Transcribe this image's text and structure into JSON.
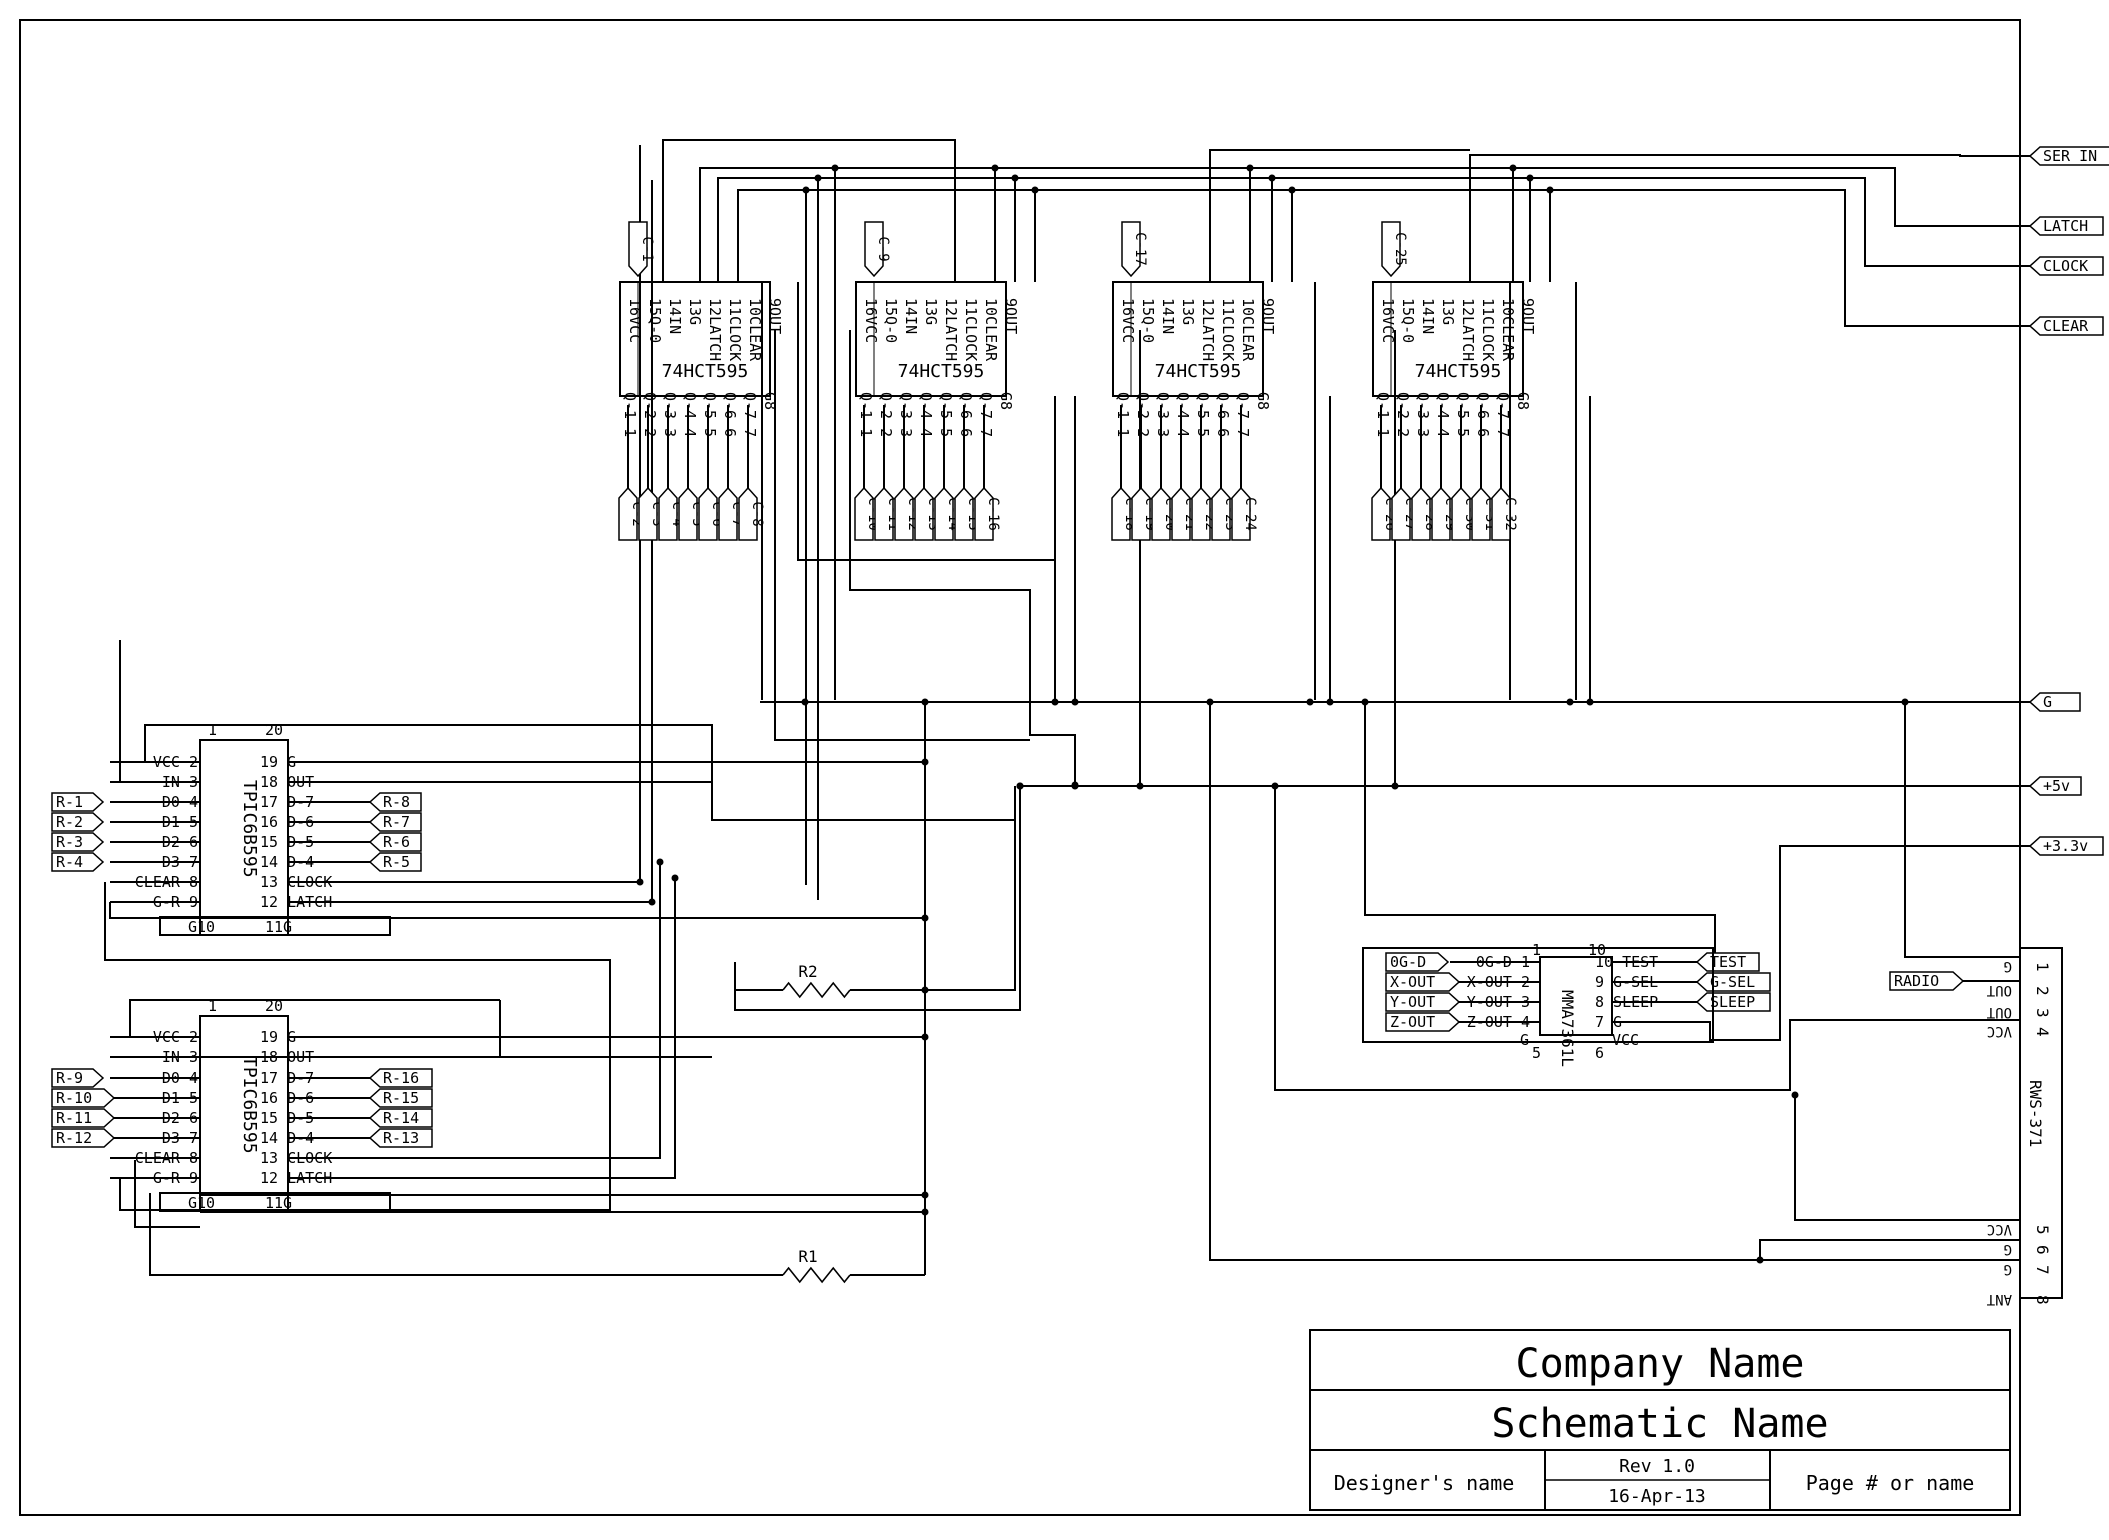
{
  "title_block": {
    "company": "Company Name",
    "schematic": "Schematic Name",
    "designer": "Designer's name",
    "rev": "Rev 1.0",
    "date": "16-Apr-13",
    "page": "Page # or name"
  },
  "ports_right": [
    {
      "id": "ser",
      "label": "SER IN"
    },
    {
      "id": "latch",
      "label": "LATCH"
    },
    {
      "id": "clock",
      "label": "CLOCK"
    },
    {
      "id": "clear",
      "label": "CLEAR"
    },
    {
      "id": "g",
      "label": "G"
    },
    {
      "id": "p5v",
      "label": "+5v"
    },
    {
      "id": "p33v",
      "label": "+3.3v"
    }
  ],
  "shift_registers": [
    {
      "name": "74HCT595",
      "in_tag": "C-1",
      "top_pins": [
        "16VCC",
        "15Q-0",
        "14IN",
        "13G",
        "12LATCH",
        "11CLOCK",
        "10CLEAR",
        "9OUT"
      ],
      "bottom_pins": [
        "G8",
        "Q-7 7",
        "Q-6 6",
        "Q-5 5",
        "Q-4 4",
        "Q-3 3",
        "Q-2 2",
        "Q-1 1"
      ],
      "outputs": [
        "C-2",
        "C-3",
        "C-4",
        "C-5",
        "C-6",
        "C-7",
        "C-8"
      ]
    },
    {
      "name": "74HCT595",
      "in_tag": "C-9",
      "top_pins": [
        "16VCC",
        "15Q-0",
        "14IN",
        "13G",
        "12LATCH",
        "11CLOCK",
        "10CLEAR",
        "9OUT"
      ],
      "bottom_pins": [
        "G8",
        "Q-7 7",
        "Q-6 6",
        "Q-5 5",
        "Q-4 4",
        "Q-3 3",
        "Q-2 2",
        "Q-1 1"
      ],
      "outputs": [
        "C-10",
        "C-11",
        "C-12",
        "C-13",
        "C-14",
        "C-15",
        "C-16"
      ]
    },
    {
      "name": "74HCT595",
      "in_tag": "C-17",
      "top_pins": [
        "16VCC",
        "15Q-0",
        "14IN",
        "13G",
        "12LATCH",
        "11CLOCK",
        "10CLEAR",
        "9OUT"
      ],
      "bottom_pins": [
        "G8",
        "Q-7 7",
        "Q-6 6",
        "Q-5 5",
        "Q-4 4",
        "Q-3 3",
        "Q-2 2",
        "Q-1 1"
      ],
      "outputs": [
        "C-18",
        "C-19",
        "C-20",
        "C-21",
        "C-22",
        "C-23",
        "C-24"
      ]
    },
    {
      "name": "74HCT595",
      "in_tag": "C-25",
      "top_pins": [
        "16VCC",
        "15Q-0",
        "14IN",
        "13G",
        "12LATCH",
        "11CLOCK",
        "10CLEAR",
        "9OUT"
      ],
      "bottom_pins": [
        "G8",
        "Q-7 7",
        "Q-6 6",
        "Q-5 5",
        "Q-4 4",
        "Q-3 3",
        "Q-2 2",
        "Q-1 1"
      ],
      "outputs": [
        "C-26",
        "C-27",
        "C-28",
        "C-29",
        "C-30",
        "C-31",
        "C-32"
      ]
    }
  ],
  "drivers": [
    {
      "name": "TPIC6B595",
      "top_num_left": "1",
      "top_num_right": "20",
      "left_pins": [
        "VCC 2",
        "IN 3",
        "D0 4",
        "D1 5",
        "D2 6",
        "D3 7",
        "CLEAR 8",
        "G-R 9"
      ],
      "right_pins": [
        "19 G",
        "18 OUT",
        "17 D-7",
        "16 D-6",
        "15 D-5",
        "14 D-4",
        "13 CLOCK",
        "12 LATCH"
      ],
      "bottom_left": "G10",
      "bottom_right": "11G",
      "left_tags": [
        "R-1",
        "R-2",
        "R-3",
        "R-4"
      ],
      "right_tags": [
        "R-8",
        "R-7",
        "R-6",
        "R-5"
      ]
    },
    {
      "name": "TPIC6B595",
      "top_num_left": "1",
      "top_num_right": "20",
      "left_pins": [
        "VCC 2",
        "IN 3",
        "D0 4",
        "D1 5",
        "D2 6",
        "D3 7",
        "CLEAR 8",
        "G-R 9"
      ],
      "right_pins": [
        "19 G",
        "18 OUT",
        "17 D-7",
        "16 D-6",
        "15 D-5",
        "14 D-4",
        "13 CLOCK",
        "12 LATCH"
      ],
      "bottom_left": "G10",
      "bottom_right": "11G",
      "left_tags": [
        "R-9",
        "R-10",
        "R-11",
        "R-12"
      ],
      "right_tags": [
        "R-16",
        "R-15",
        "R-14",
        "R-13"
      ]
    }
  ],
  "resistors": [
    {
      "id": "r1",
      "label": "R1"
    },
    {
      "id": "r2",
      "label": "R2"
    }
  ],
  "accelerometer": {
    "name": "MMA7361L",
    "left_pins": [
      "0G-D 1",
      "X-OUT 2",
      "Y-OUT 3",
      "Z-OUT 4"
    ],
    "right_pins": [
      "10 TEST",
      "9 G-SEL",
      "8 SLEEP",
      "7 G"
    ],
    "top_left": "1",
    "top_right": "10",
    "bottom_g": "G",
    "bottom_vcc": "VCC",
    "bottom_5": "5",
    "bottom_6": "6",
    "left_tags": [
      "0G-D",
      "X-OUT",
      "Y-OUT",
      "Z-OUT"
    ],
    "right_tags": [
      "TEST",
      "G-SEL",
      "SLEEP"
    ]
  },
  "radio": {
    "name": "RWS-371",
    "pins": [
      "1",
      "2",
      "3",
      "4",
      "5",
      "6",
      "7",
      "8"
    ],
    "pin_labels": [
      "G",
      "OUT",
      "OUT",
      "VCC",
      "VCC",
      "G",
      "G",
      "ANT"
    ],
    "tag": "RADIO"
  }
}
